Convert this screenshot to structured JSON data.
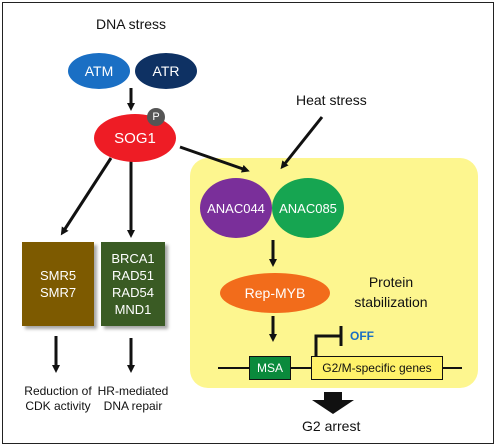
{
  "dna_stress": "DNA stress",
  "heat_stress": "Heat stress",
  "atm": "ATM",
  "atr": "ATR",
  "phospho": "P",
  "sog1": "SOG1",
  "anac044": "ANAC044",
  "anac085": "ANAC085",
  "rep_myb": "Rep-MYB",
  "protein_stabilization": [
    "Protein",
    "stabilization"
  ],
  "smr": [
    "SMR5",
    "SMR7"
  ],
  "hr_genes": [
    "BRCA1",
    "RAD51",
    "RAD54",
    "MND1"
  ],
  "off_label": "OFF",
  "msa": "MSA",
  "g2m_genes": "G2/M-specific genes",
  "cdk_outcome": [
    "Reduction of",
    "CDK activity"
  ],
  "hr_outcome": [
    "HR-mediated",
    "DNA repair"
  ],
  "g2_arrest": "G2 arrest",
  "colors": {
    "atm": "#1a6fc4",
    "atr": "#0e3163",
    "sog1": "#ee1c25",
    "anac044": "#7a2f9a",
    "anac085": "#16a551",
    "rep_myb": "#f26c1b",
    "smr_box": "#7d5a00",
    "hr_box": "#3a5b24",
    "msa_box": "#0a8a3c",
    "genes_box": "#fff26a",
    "yellow_region": "#fdf68f",
    "off_text": "#1a6fc4"
  }
}
